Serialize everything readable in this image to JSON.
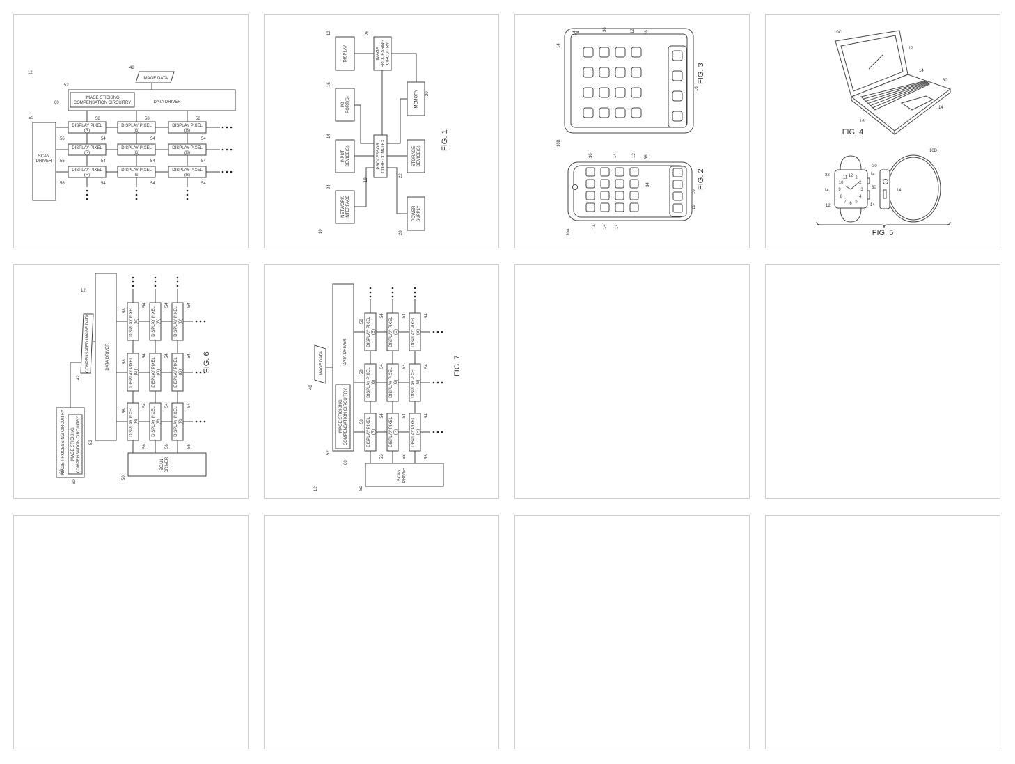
{
  "sheets": [
    {
      "refs": {
        "device": "12",
        "image_data": "48",
        "data_driver": "52",
        "isc": "60",
        "scan_driver": "50",
        "data_line": "58",
        "pixel": "54",
        "scan_line": "56"
      },
      "image_data": "IMAGE DATA",
      "isc": [
        "IMAGE STICKING",
        "COMPENSATION CIRCUITRY"
      ],
      "data_driver": "DATA DRIVER",
      "scan_driver": [
        "SCAN",
        "DRIVER"
      ],
      "pixel_label": "DISPLAY PIXEL",
      "pixel_colors": [
        "(R)",
        "(G)",
        "(B)"
      ]
    },
    {
      "fig": "FIG. 1",
      "ref_system": "10",
      "blocks": [
        {
          "ref": "12",
          "label": [
            "DISPLAY"
          ]
        },
        {
          "ref": "26",
          "label": [
            "IMAGE",
            "PROCESSING",
            "CIRCUITRY"
          ]
        },
        {
          "ref": "16",
          "label": [
            "I/O",
            "PORT(S)"
          ]
        },
        {
          "ref": "20",
          "label": [
            "MEMORY"
          ]
        },
        {
          "ref": "14",
          "label": [
            "INPUT",
            "DEVICE(S)"
          ]
        },
        {
          "ref": "18",
          "label": [
            "PROCESSOR",
            "CORE COMPLEX"
          ]
        },
        {
          "ref": "22",
          "label": [
            "STORAGE",
            "DEVICE(S)"
          ]
        },
        {
          "ref": "24",
          "label": [
            "NETWORK",
            "INTERFACE"
          ]
        },
        {
          "ref": "28",
          "label": [
            "POWER",
            "SUPPLY"
          ]
        }
      ]
    },
    {
      "fig_top": "FIG. 3",
      "fig_bottom": "FIG. 2",
      "refs_top": [
        "14",
        "14",
        "36",
        "12",
        "38",
        "14",
        "16",
        "10B"
      ],
      "refs_bottom": [
        "36",
        "14",
        "12",
        "38",
        "34",
        "16",
        "16",
        "10A",
        "14",
        "14",
        "14"
      ]
    },
    {
      "fig_top": "FIG. 4",
      "fig_bottom": "FIG. 5",
      "refs_laptop": [
        "10C",
        "12",
        "14",
        "30",
        "14",
        "16"
      ],
      "refs_watch": [
        "10D",
        "30",
        "32",
        "14",
        "14",
        "30",
        "14",
        "12",
        "14"
      ],
      "dial": [
        "12",
        "1",
        "2",
        "3",
        "4",
        "5",
        "6",
        "7",
        "8",
        "9",
        "10",
        "11"
      ]
    },
    {
      "fig": "FIG. 6",
      "refs": {
        "device": "12",
        "ipc": "28",
        "isc": "60",
        "comp": "42",
        "data_driver": "52",
        "scan_driver": "50",
        "data_line": "58",
        "pixel": "54",
        "scan_line": "56"
      },
      "ipc": "IMAGE PROCESSING CIRCUITRY",
      "isc": [
        "IMAGE STICKING",
        "COMPENSATION CIRCUITRY"
      ],
      "comp": "COMPENSATED IMAGE DATA",
      "data_driver": "DATA DRIVER",
      "scan_driver": [
        "SCAN",
        "DRIVER"
      ],
      "pixel_label": "DISPLAY PIXEL",
      "pixel_colors": [
        "(R)",
        "(G)",
        "(B)"
      ]
    },
    {
      "fig": "FIG. 7",
      "refs": {
        "device": "12",
        "image_data": "48",
        "data_driver": "52",
        "isc": "60",
        "scan_driver": "50",
        "data_line": "58",
        "pixel": "54",
        "scan_line": "55"
      },
      "image_data": "IMAGE DATA",
      "isc": [
        "IMAGE STICKING",
        "COMPENSATION CIRCUITRY"
      ],
      "data_driver": "DATA DRIVER",
      "scan_driver": [
        "SCAN",
        "DRIVER"
      ],
      "pixel_label": "DISPLAY PIXEL",
      "pixel_colors": [
        "(R)",
        "(G)",
        "(B)"
      ]
    },
    {},
    {},
    {},
    {},
    {},
    {}
  ]
}
